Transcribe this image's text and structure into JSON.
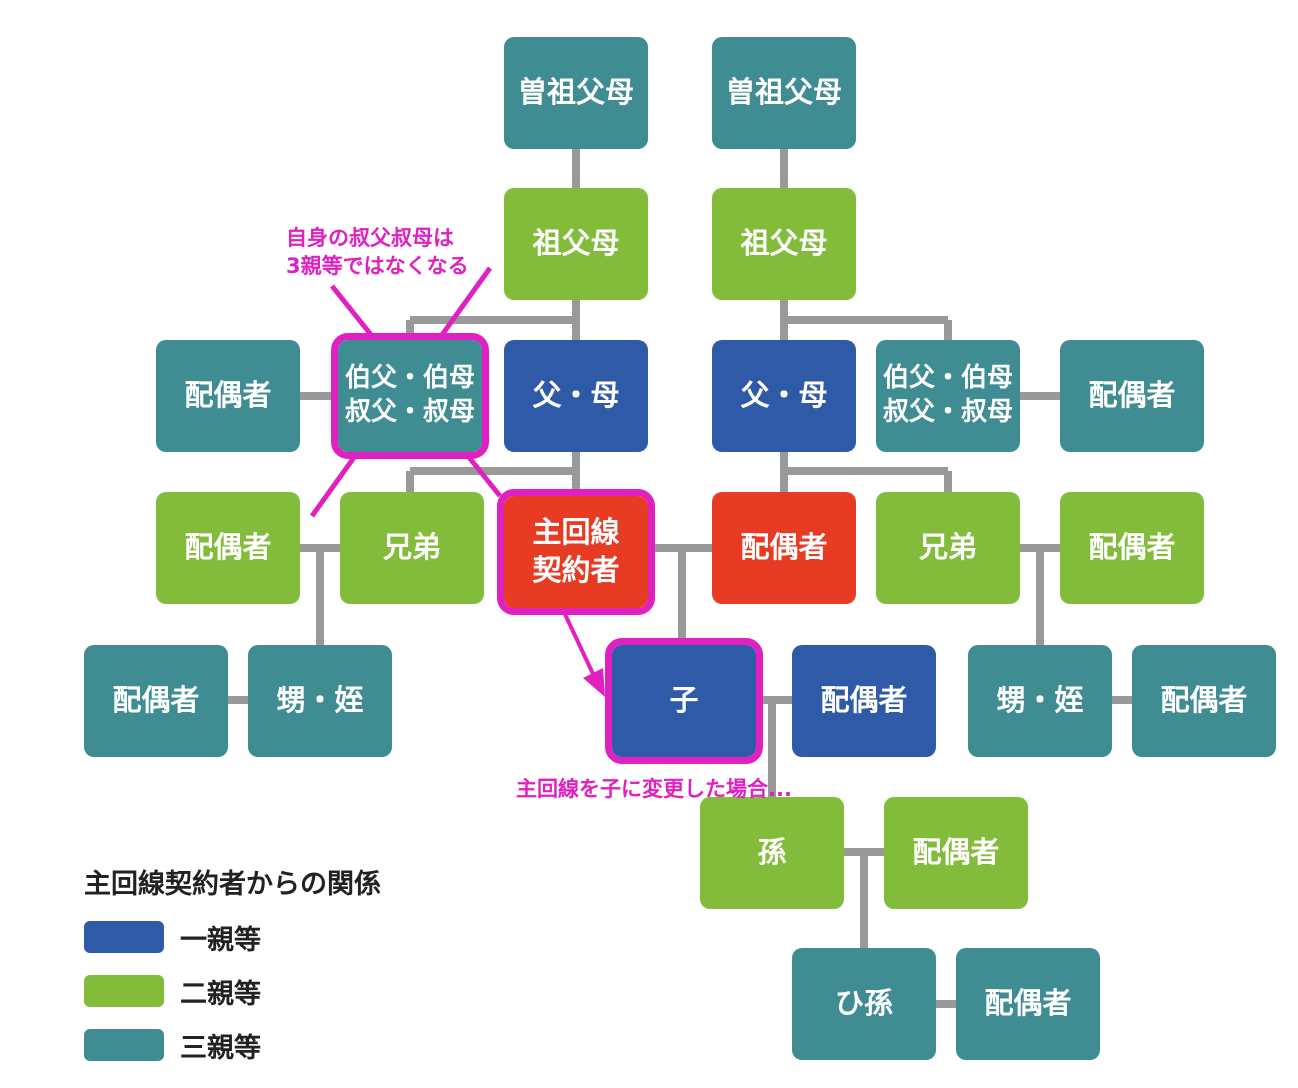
{
  "colors": {
    "first_degree": "#2f5aa8",
    "second_degree": "#83bc3b",
    "third_degree": "#3f8d93",
    "self": "#e73b24",
    "connector": "#999999",
    "highlight": "#e020c0"
  },
  "nodes": {
    "great_grandparents_left": "曽祖父母",
    "great_grandparents_right": "曽祖父母",
    "grandparents_left": "祖父母",
    "grandparents_right": "祖父母",
    "uncle_aunt_left": "伯父・伯母\n叔父・叔母",
    "uncle_aunt_right": "伯父・伯母\n叔父・叔母",
    "uncle_aunt_spouse_left": "配偶者",
    "uncle_aunt_spouse_right": "配偶者",
    "parents_left": "父・母",
    "parents_right": "父・母",
    "sibling_spouse_left": "配偶者",
    "sibling_left": "兄弟",
    "main_contractor": "主回線\n契約者",
    "contractor_spouse": "配偶者",
    "sibling_right": "兄弟",
    "sibling_spouse_right": "配偶者",
    "nephew_spouse_left": "配偶者",
    "nephew_niece_left": "甥・姪",
    "child": "子",
    "child_spouse": "配偶者",
    "nephew_niece_right": "甥・姪",
    "nephew_spouse_right": "配偶者",
    "grandchild": "孫",
    "grandchild_spouse": "配偶者",
    "great_grandchild": "ひ孫",
    "great_grandchild_spouse": "配偶者"
  },
  "annotations": {
    "uncle_note": "自身の叔父叔母は\n3親等ではなくなる",
    "child_note": "主回線を子に変更した場合..."
  },
  "legend": {
    "title": "主回線契約者からの関係",
    "items": [
      {
        "label": "一親等",
        "color": "#2f5aa8"
      },
      {
        "label": "二親等",
        "color": "#83bc3b"
      },
      {
        "label": "三親等",
        "color": "#3f8d93"
      }
    ]
  }
}
